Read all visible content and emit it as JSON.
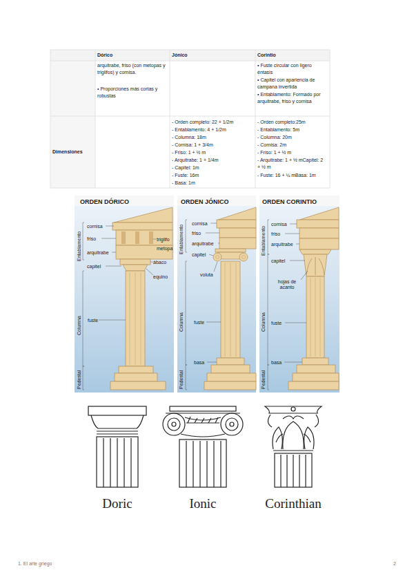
{
  "diagram": {
    "labels": [
      "Dórico",
      "Jónico",
      "Corintio",
      "arquitrabe, friso (con metopas y triglifos) y cornisa.",
      "• Proporciones más cortas y robustas",
      "• Fuste circular con ligero éntasis",
      "• Capitel con apariencia de campana invertida",
      "• Entablamento: Formado por arquitrabe, friso y cornisa",
      "Dimensiones",
      "- Orden completo: 22 + 1/2m",
      "- Entablamento: 4 + 1/2m",
      "- Columna: 18m",
      "- Cornisa: 1 + 3/4m",
      "- Friso: 1 + ½ m",
      "- Arquitrabe: 1 + 1/4m",
      "- Capitel: 1m",
      "- Fuste: 16m",
      "- Basa: 1m",
      "- Orden completo:25m",
      "- Entablamento: 5m",
      "- Columna: 20m",
      "- Cornisa: 2m",
      "- Friso: 1 + ½ m",
      "- Arquitrabe: 1 + ½ mCapitel: 2 + ½ m",
      "- Fuste: 16 + ¼ mBasa: 1m",
      "ORDEN DÓRICO",
      "ORDEN JÓNICO",
      "ORDEN CORINTIO",
      "Entablamento",
      "Columna",
      "Pedestal",
      "cornisa",
      "friso",
      "arquitrabe",
      "capitel",
      "triglifo",
      "metopa",
      "ábaco",
      "equino",
      "fuste",
      "Entablamento",
      "Columna",
      "Pedestal",
      "cornisa",
      "friso",
      "arquitrabe",
      "capitel",
      "voluta",
      "fuste",
      "basa",
      "Entablamento",
      "Columna",
      "Pedestal",
      "cornisa",
      "friso",
      "arquitrabe",
      "capitel",
      "hojas de acanto",
      "fuste",
      "basa",
      "Doric",
      "Ionic",
      "Corinthian",
      "1. El arte griego",
      "2"
    ]
  }
}
